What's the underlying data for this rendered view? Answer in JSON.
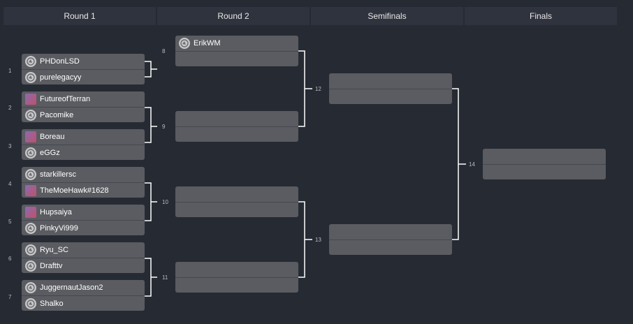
{
  "headers": [
    "Round 1",
    "Round 2",
    "Semifinals",
    "Finals"
  ],
  "round1": [
    {
      "seed": "1",
      "players": [
        "PHDonLSD",
        "purelegacyy"
      ],
      "avatars": [
        "race-icon",
        "race-icon"
      ]
    },
    {
      "seed": "2",
      "players": [
        "FutureofTerran",
        "Pacomike"
      ],
      "avatars": [
        "player-avatar",
        "race-icon"
      ]
    },
    {
      "seed": "3",
      "players": [
        "Boreau",
        "eGGz"
      ],
      "avatars": [
        "player-avatar",
        "race-icon"
      ]
    },
    {
      "seed": "4",
      "players": [
        "starkillersc",
        "TheMoeHawk#1628"
      ],
      "avatars": [
        "race-icon",
        "player-avatar"
      ]
    },
    {
      "seed": "5",
      "players": [
        "Hupsaiya",
        "PinkyVi999"
      ],
      "avatars": [
        "player-avatar",
        "race-icon"
      ]
    },
    {
      "seed": "6",
      "players": [
        "Ryu_SC",
        "Drafttv"
      ],
      "avatars": [
        "race-icon",
        "race-icon"
      ]
    },
    {
      "seed": "7",
      "players": [
        "JuggernautJason2",
        "Shalko"
      ],
      "avatars": [
        "race-icon",
        "race-icon"
      ]
    }
  ],
  "round2": [
    {
      "number": "8",
      "players": [
        "ErikWM",
        ""
      ]
    },
    {
      "number": "9",
      "players": [
        "",
        ""
      ]
    },
    {
      "number": "10",
      "players": [
        "",
        ""
      ]
    },
    {
      "number": "11",
      "players": [
        "",
        ""
      ]
    }
  ],
  "semifinals": [
    {
      "number": "12",
      "players": [
        "",
        ""
      ]
    },
    {
      "number": "13",
      "players": [
        "",
        ""
      ]
    }
  ],
  "finals": [
    {
      "number": "14",
      "players": [
        "",
        ""
      ]
    }
  ],
  "colors": {
    "background": "#262a33",
    "header": "#2f333d",
    "match": "#5a5c61",
    "connector": "#ffffff"
  }
}
